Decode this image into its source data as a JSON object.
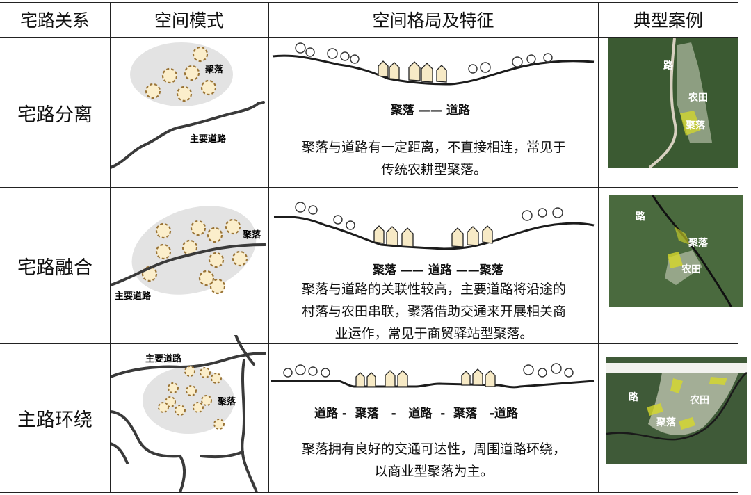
{
  "header": {
    "col1": "宅路关系",
    "col2": "空间模式",
    "col3": "空间格局及特征",
    "col4": "典型案例"
  },
  "rows": [
    {
      "relation": "宅路分离",
      "mode_labels": {
        "settlement": "聚落",
        "road": "主要道路"
      },
      "flow": "聚落 —— 道路",
      "desc_line1": "聚落与道路有一定距离，不直接相连，常见于",
      "desc_line2": "传统农耕型聚落。",
      "case_labels": {
        "road": "路",
        "farmland": "农田",
        "settlement": "聚落"
      }
    },
    {
      "relation": "宅路融合",
      "mode_labels": {
        "settlement": "聚落",
        "road": "主要道路"
      },
      "flow": "聚落 —— 道路 ——聚落",
      "desc_line1": "聚落与道路的关联性较高，主要道路将沿途的",
      "desc_line2": "村落与农田串联，聚落借助交通来开展相关商",
      "desc_line3": "业运作，常见于商贸驿站型聚落。",
      "case_labels": {
        "road": "路",
        "farmland": "农田",
        "settlement": "聚落"
      }
    },
    {
      "relation": "主路环绕",
      "mode_labels": {
        "settlement": "聚落",
        "road": "主要道路"
      },
      "flow": "道路 -  聚落   -   道路  -  聚落   -道路",
      "desc_line1": "聚落拥有良好的交通可达性，周围道路环绕，",
      "desc_line2": "以商业型聚落为主。",
      "case_labels": {
        "road": "路",
        "farmland": "农田",
        "settlement": "聚落"
      }
    }
  ],
  "colors": {
    "circle_fill": "#fbeecb",
    "circle_stroke": "#9a7436",
    "zone_fill": "#e3e3e3",
    "road": "#3a3a3a",
    "house_fill": "#f7eac6",
    "satellite": "#3b5a32",
    "highlight": "#d6d82a"
  }
}
